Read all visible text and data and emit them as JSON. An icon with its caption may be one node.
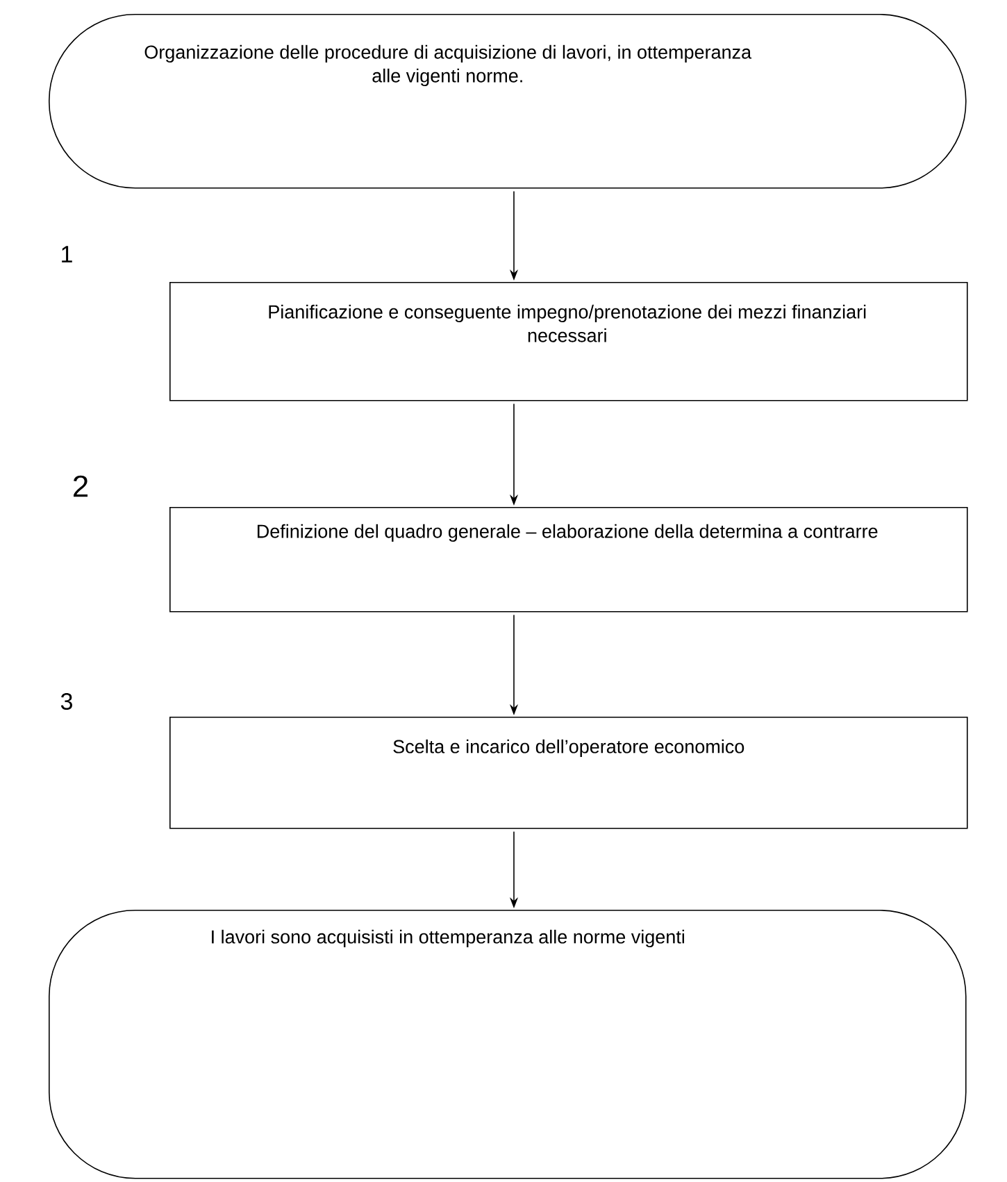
{
  "diagram": {
    "nodes": [
      {
        "text": [
          "Organizzazione delle procedure di acquisizione di lavori, in ottemperanza alle vigenti norme."
        ]
      },
      {
        "text": [
          "Pianificazione e conseguente impegno/prenotazione dei mezzi finanziari necessari"
        ]
      },
      {
        "text": [
          "Definizione del quadro generale – elaborazione della determina a contrarre"
        ]
      },
      {
        "text": [
          "Scelta e incarico dell’operatore economico"
        ]
      },
      {
        "text": [
          "I lavori sono acquisisti in ottemperanza alle norme vigenti"
        ]
      }
    ],
    "edges": [
      {
        "from": 0,
        "to": 1,
        "arrow": "to"
      },
      {
        "from": 1,
        "to": 2,
        "arrow": "to"
      },
      {
        "from": 2,
        "to": 3,
        "arrow": "to"
      },
      {
        "from": 3,
        "to": 4,
        "arrow": "to"
      }
    ],
    "labels": [
      "1",
      "2",
      "3"
    ]
  }
}
